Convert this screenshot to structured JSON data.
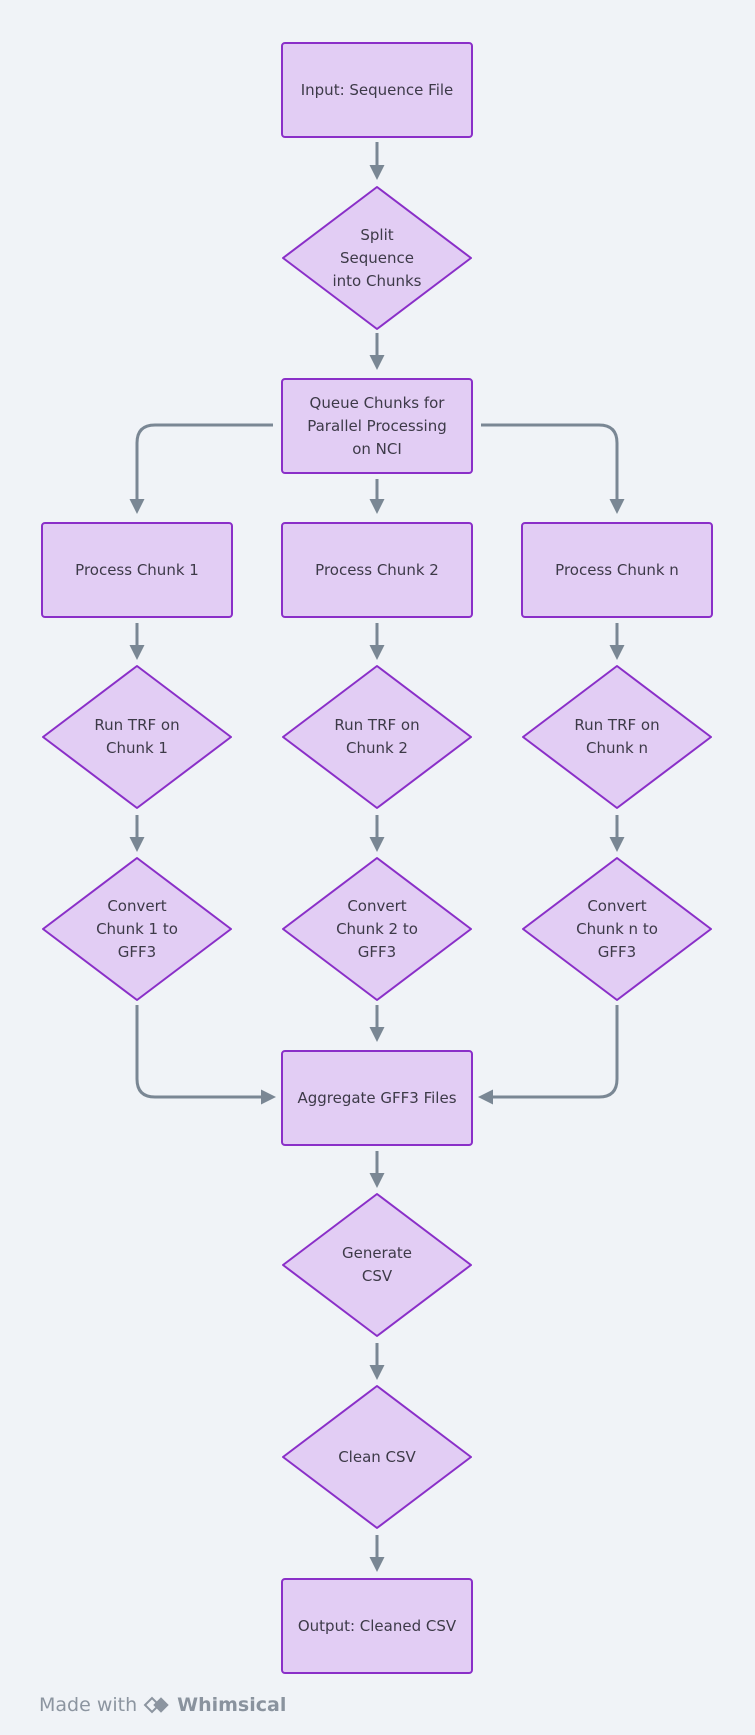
{
  "nodes": [
    {
      "id": "input",
      "label": "Input: Sequence File"
    },
    {
      "id": "split",
      "label": "Split\nSequence\ninto Chunks"
    },
    {
      "id": "queue",
      "label": "Queue Chunks for\nParallel Processing\non NCI"
    },
    {
      "id": "proc1",
      "label": "Process Chunk 1"
    },
    {
      "id": "proc2",
      "label": "Process Chunk 2"
    },
    {
      "id": "procn",
      "label": "Process Chunk n"
    },
    {
      "id": "trf1",
      "label": "Run TRF on\nChunk 1"
    },
    {
      "id": "trf2",
      "label": "Run TRF on\nChunk 2"
    },
    {
      "id": "trfn",
      "label": "Run TRF on\nChunk n"
    },
    {
      "id": "conv1",
      "label": "Convert\nChunk 1 to\nGFF3"
    },
    {
      "id": "conv2",
      "label": "Convert\nChunk 2 to\nGFF3"
    },
    {
      "id": "convn",
      "label": "Convert\nChunk n to\nGFF3"
    },
    {
      "id": "agg",
      "label": "Aggregate GFF3 Files"
    },
    {
      "id": "csv",
      "label": "Generate\nCSV"
    },
    {
      "id": "clean",
      "label": "Clean CSV"
    },
    {
      "id": "output",
      "label": "Output: Cleaned CSV"
    }
  ],
  "edges": [
    {
      "from": "input",
      "to": "split"
    },
    {
      "from": "split",
      "to": "queue"
    },
    {
      "from": "queue",
      "to": "proc1"
    },
    {
      "from": "queue",
      "to": "proc2"
    },
    {
      "from": "queue",
      "to": "procn"
    },
    {
      "from": "proc1",
      "to": "trf1"
    },
    {
      "from": "proc2",
      "to": "trf2"
    },
    {
      "from": "procn",
      "to": "trfn"
    },
    {
      "from": "trf1",
      "to": "conv1"
    },
    {
      "from": "trf2",
      "to": "conv2"
    },
    {
      "from": "trfn",
      "to": "convn"
    },
    {
      "from": "conv1",
      "to": "agg"
    },
    {
      "from": "conv2",
      "to": "agg"
    },
    {
      "from": "convn",
      "to": "agg"
    },
    {
      "from": "agg",
      "to": "csv"
    },
    {
      "from": "csv",
      "to": "clean"
    },
    {
      "from": "clean",
      "to": "output"
    }
  ],
  "colors": {
    "node_fill": "#e2cdf4",
    "node_stroke": "#8a2fc8",
    "edge": "#7a8794",
    "background": "#f0f3f7"
  },
  "footer": {
    "prefix": "Made with",
    "icon": "whimsical-logo-icon",
    "brand": "Whimsical"
  }
}
